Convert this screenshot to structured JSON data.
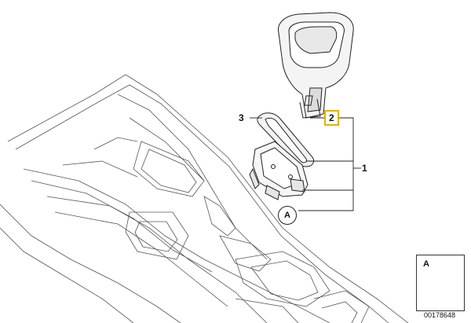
{
  "callouts": {
    "part_1": "1",
    "part_2": "2",
    "part_3": "3",
    "detail_a": "A"
  },
  "legend": {
    "letter": "A"
  },
  "document_number": "00178648",
  "colors": {
    "highlight": "#e2b400",
    "line": "#222222",
    "background": "#ffffff"
  }
}
